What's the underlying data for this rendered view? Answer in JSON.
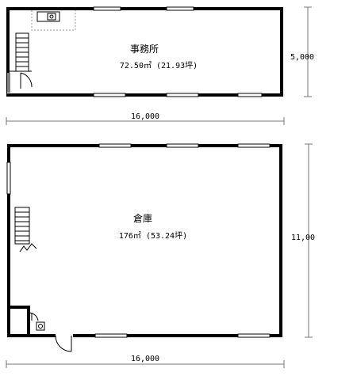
{
  "floor1": {
    "room_name": "事務所",
    "area_text": "72.50㎡ (21.93坪)",
    "width_dim": "16,000",
    "height_dim": "5,000"
  },
  "floor2": {
    "room_name": "倉庫",
    "area_text": "176㎡ (53.24坪)",
    "width_dim": "16,000",
    "height_dim": "11,00"
  }
}
